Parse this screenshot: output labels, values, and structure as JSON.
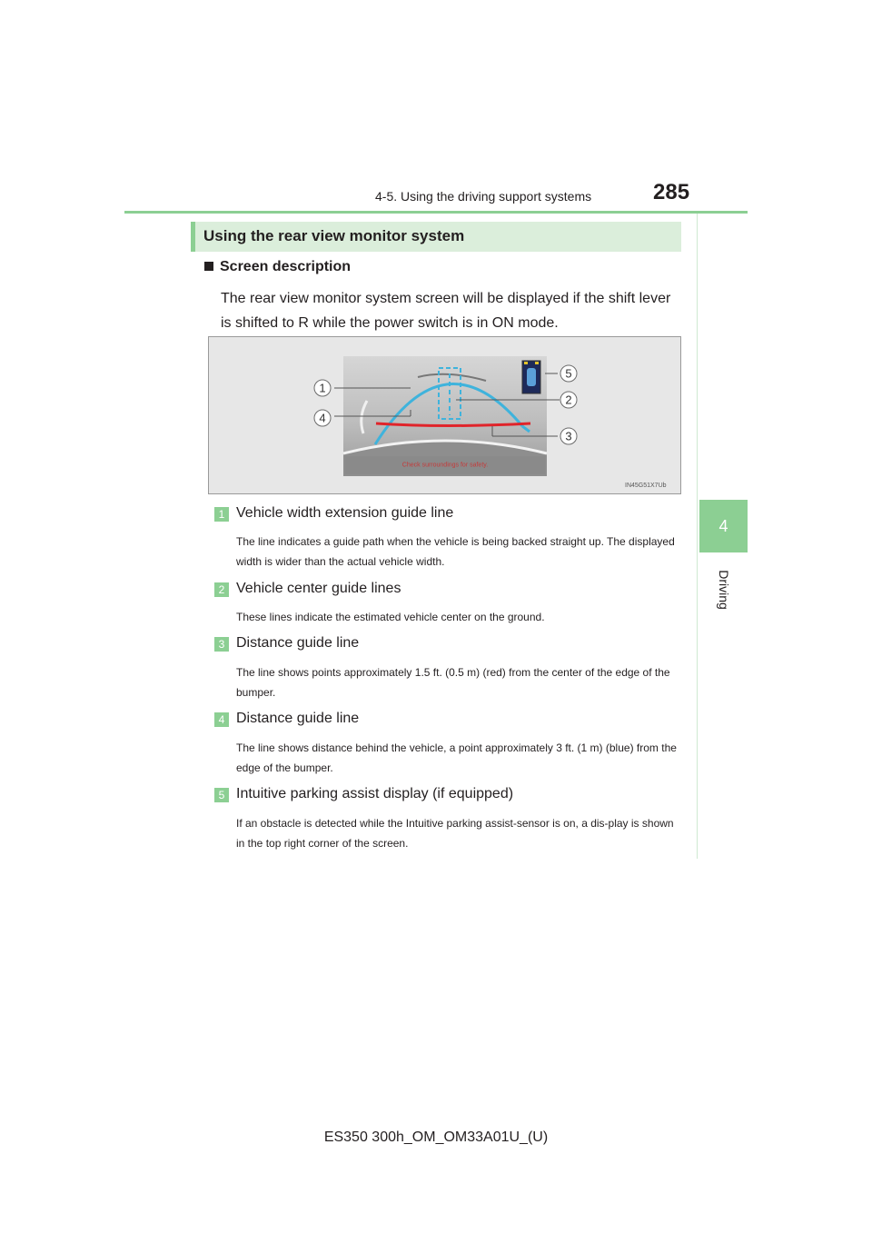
{
  "header": {
    "section": "4-5. Using the driving support systems",
    "page_number": "285"
  },
  "side_tab": {
    "chapter": "4",
    "label": "Driving"
  },
  "section": {
    "title": "Using the rear view monitor system"
  },
  "subsection": {
    "title": "Screen description",
    "intro": "The rear view monitor system screen will be displayed if the shift lever is shifted to R while the power switch is in ON mode."
  },
  "figure": {
    "screen_text": "Check surroundings for safety.",
    "code": "IN45G51X7Ub",
    "callouts": [
      "1",
      "2",
      "3",
      "4",
      "5"
    ]
  },
  "items": [
    {
      "num": "1",
      "title": "Vehicle width extension guide line",
      "desc": "The line indicates a guide path when the vehicle is being backed straight up. The displayed width is wider than the actual vehicle width."
    },
    {
      "num": "2",
      "title": "Vehicle center guide lines",
      "desc": "These lines indicate the estimated vehicle center on the ground."
    },
    {
      "num": "3",
      "title": "Distance guide line",
      "desc": "The line shows points approximately 1.5 ft. (0.5 m) (red) from the center of the edge of the bumper."
    },
    {
      "num": "4",
      "title": "Distance guide line",
      "desc": "The line shows distance behind the vehicle, a point approximately 3 ft. (1 m) (blue) from the edge of the bumper."
    },
    {
      "num": "5",
      "title": "Intuitive parking assist display (if equipped)",
      "desc": "If an obstacle is detected while the Intuitive parking assist-sensor is on, a dis-play is shown in the top right corner of the screen."
    }
  ],
  "footer": {
    "text": "ES350 300h_OM_OM33A01U_(U)"
  },
  "colors": {
    "accent_green": "#8ccf93",
    "guide_blue": "#3fb3dc",
    "guide_red": "#e0242a"
  }
}
